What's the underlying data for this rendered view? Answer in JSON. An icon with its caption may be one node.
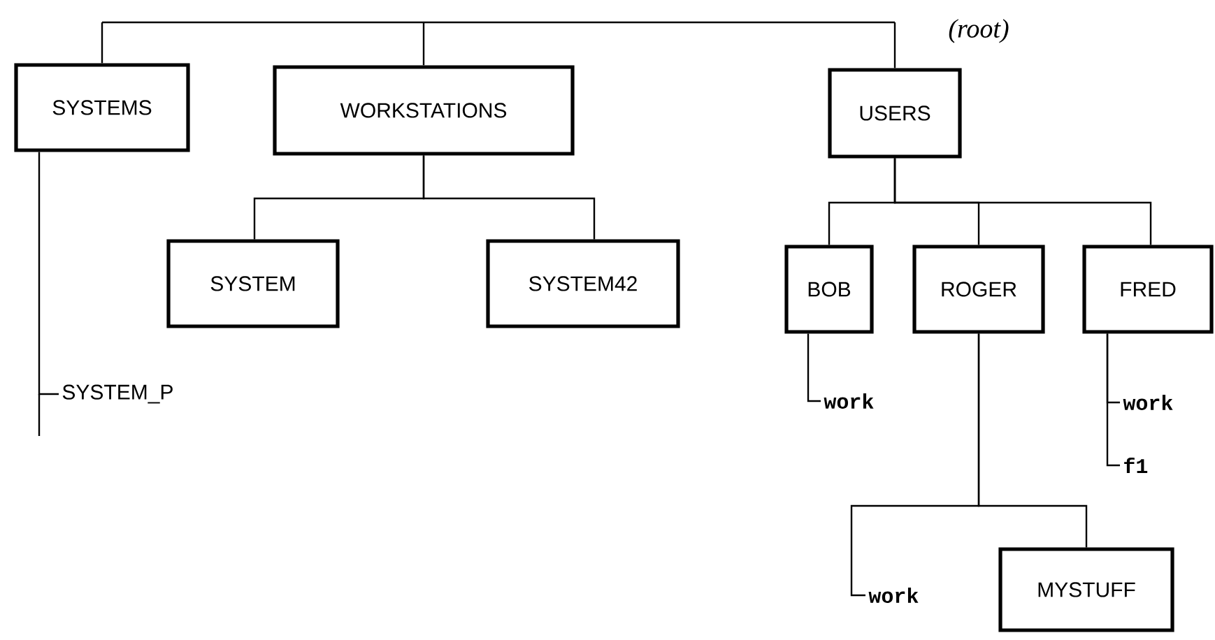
{
  "diagram": {
    "nodes": [
      {
        "text": [],
        "shape": "bar"
      },
      {
        "text": [
          "SYSTEMS"
        ]
      },
      {
        "text": [
          "WORKSTATIONS"
        ]
      },
      {
        "text": [
          "USERS"
        ]
      },
      {
        "text": [
          "SYSTEM"
        ]
      },
      {
        "text": [
          "SYSTEM42"
        ]
      },
      {
        "text": [
          "BOB"
        ]
      },
      {
        "text": [
          "ROGER"
        ]
      },
      {
        "text": [
          "FRED"
        ]
      },
      {
        "text": [
          "SYSTEM_P"
        ]
      },
      {
        "text": [
          "work"
        ]
      },
      {
        "text": [
          "work"
        ]
      },
      {
        "text": [
          "f1"
        ]
      },
      {
        "text": [
          "work"
        ]
      },
      {
        "text": [
          "MYSTUFF"
        ]
      }
    ],
    "edges": [
      {
        "from": 0,
        "to": 1,
        "arrow": "none"
      },
      {
        "from": 0,
        "to": 2,
        "arrow": "none"
      },
      {
        "from": 0,
        "to": 3,
        "arrow": "none"
      },
      {
        "from": 2,
        "to": 4,
        "arrow": "none"
      },
      {
        "from": 2,
        "to": 5,
        "arrow": "none"
      },
      {
        "from": 3,
        "to": 6,
        "arrow": "none"
      },
      {
        "from": 3,
        "to": 7,
        "arrow": "none"
      },
      {
        "from": 3,
        "to": 8,
        "arrow": "none"
      },
      {
        "from": 1,
        "to": 9,
        "arrow": "none"
      },
      {
        "from": 6,
        "to": 10,
        "arrow": "none"
      },
      {
        "from": 8,
        "to": 11,
        "arrow": "none"
      },
      {
        "from": 8,
        "to": 12,
        "arrow": "none"
      },
      {
        "from": 7,
        "to": 13,
        "arrow": "none"
      },
      {
        "from": 7,
        "to": 14,
        "arrow": "none"
      }
    ],
    "labels": [
      "(root)"
    ]
  }
}
